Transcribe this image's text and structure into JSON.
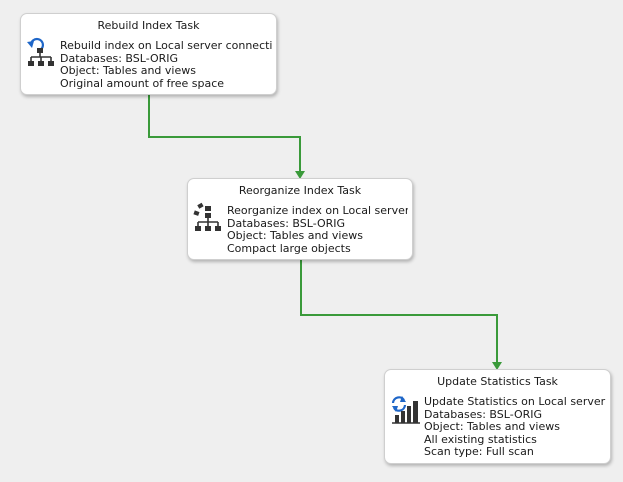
{
  "colors": {
    "canvas": "#efefef",
    "card": "#ffffff",
    "connector": "#3a9a3a",
    "icon": "#333333",
    "icon_accent": "#1e66c8"
  },
  "tasks": [
    {
      "title": "Rebuild Index Task",
      "icon": "rebuild-index-icon",
      "lines": [
        "Rebuild index on Local server connection",
        "Databases: BSL-ORIG",
        "Object: Tables and views",
        "Original amount of free space"
      ]
    },
    {
      "title": "Reorganize Index Task",
      "icon": "reorganize-index-icon",
      "lines": [
        "Reorganize index on Local server connection",
        "Databases: BSL-ORIG",
        "Object: Tables and views",
        "Compact large objects"
      ]
    },
    {
      "title": "Update Statistics Task",
      "icon": "update-statistics-icon",
      "lines": [
        "Update Statistics on Local server connection",
        "Databases: BSL-ORIG",
        "Object: Tables and views",
        "All existing statistics",
        "Scan type: Full scan"
      ]
    }
  ]
}
